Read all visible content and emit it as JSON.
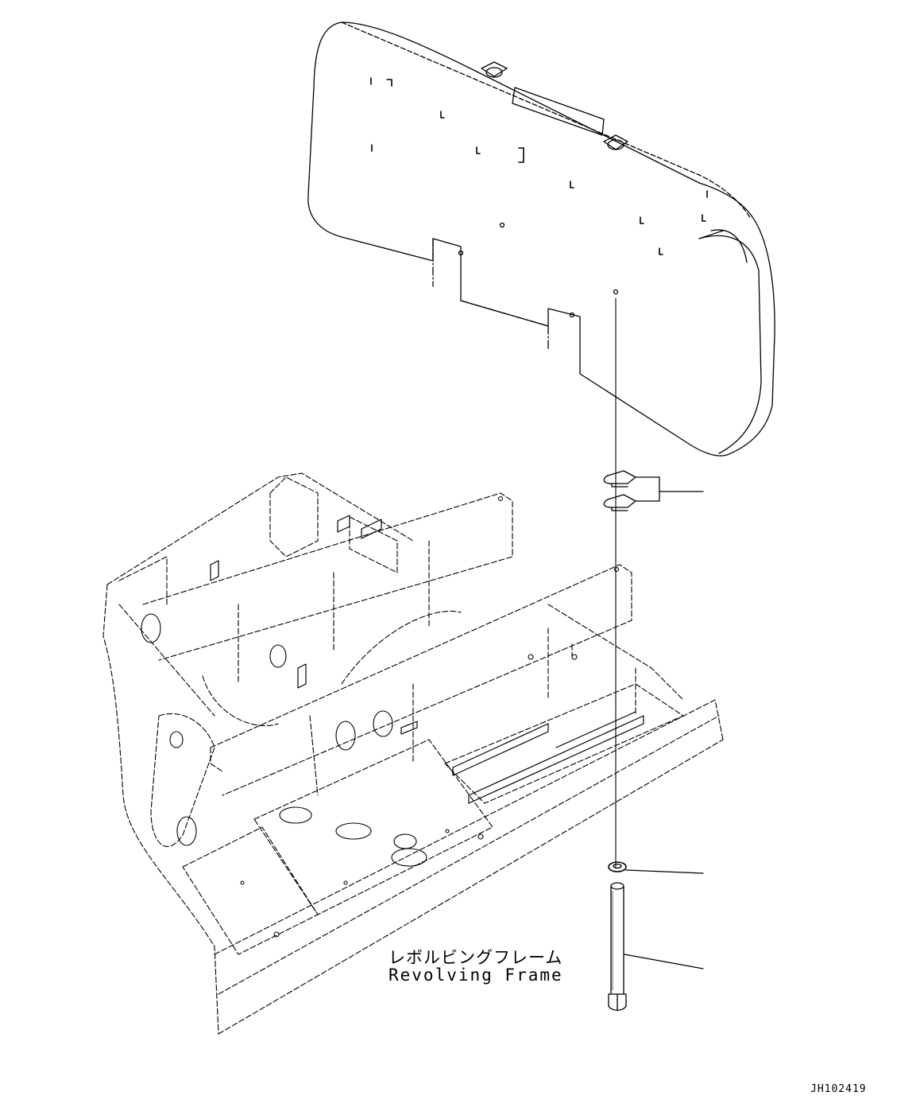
{
  "labels": {
    "frame_jp": "レボルビングフレーム",
    "frame_en": "Revolving Frame"
  },
  "drawing_code": "JH102419",
  "colors": {
    "line": "#000000",
    "background": "#ffffff"
  },
  "parts": [
    {
      "name": "counterweight"
    },
    {
      "name": "shim-plates"
    },
    {
      "name": "washer"
    },
    {
      "name": "bolt"
    }
  ]
}
